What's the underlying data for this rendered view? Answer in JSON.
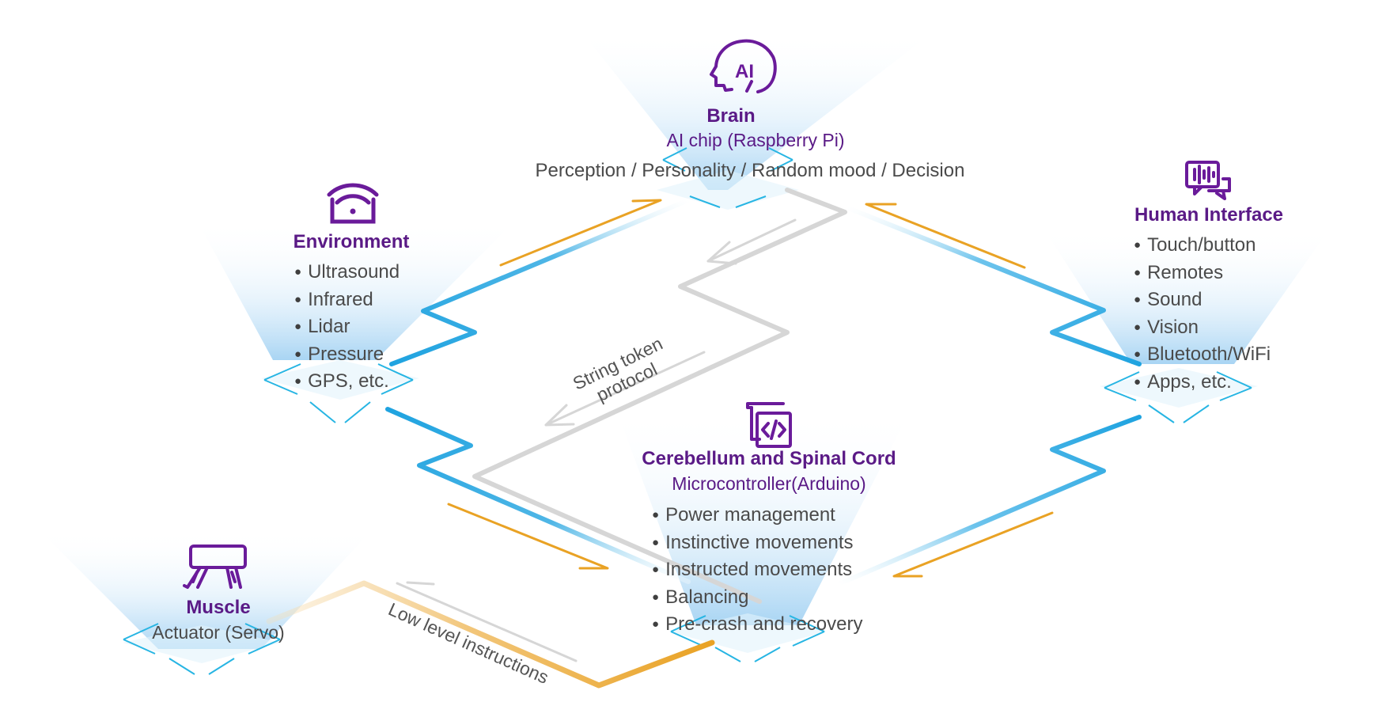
{
  "nodes": {
    "brain": {
      "icon": "ai-head-icon",
      "title": "Brain",
      "subtitle": "AI chip (Raspberry Pi)",
      "description": "Perception / Personality / Random mood / Decision"
    },
    "environment": {
      "icon": "wifi-sensor-icon",
      "title": "Environment",
      "items": [
        "Ultrasound",
        "Infrared",
        "Lidar",
        "Pressure",
        "GPS, etc."
      ]
    },
    "human_interface": {
      "icon": "voice-chat-icon",
      "title": "Human Interface",
      "items": [
        "Touch/button",
        "Remotes",
        "Sound",
        "Vision",
        "Bluetooth/WiFi",
        "Apps, etc."
      ]
    },
    "cerebellum": {
      "icon": "code-file-icon",
      "title": "Cerebellum and Spinal Cord",
      "subtitle": "Microcontroller(Arduino)",
      "items": [
        "Power management",
        "Instinctive movements",
        "Instructed movements",
        "Balancing",
        "Pre-crash and recovery"
      ]
    },
    "muscle": {
      "icon": "servo-actuator-icon",
      "title": "Muscle",
      "subtitle": "Actuator (Servo)"
    }
  },
  "connectors": {
    "string_token_line1": "String token",
    "string_token_line2": "protocol",
    "low_level": "Low level instructions"
  },
  "colors": {
    "title": "#5a1a86",
    "text": "#4a4a4a",
    "blue_link": "#1fa3e0",
    "orange_arrow": "#e9a224",
    "gray_link": "#d6d6d6",
    "platform": "#27b5e3"
  }
}
